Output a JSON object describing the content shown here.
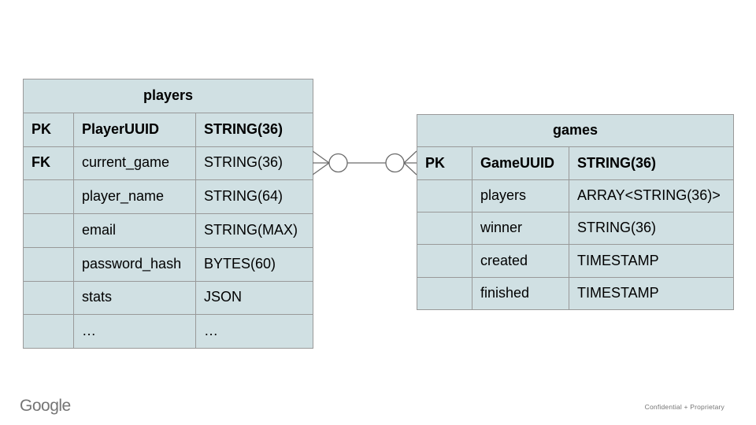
{
  "colors": {
    "cell_fill": "#d0e0e3",
    "border": "#999999",
    "connector": "#6b6b6b",
    "text": "#000000",
    "footer_gray": "#757575"
  },
  "footer": {
    "logo_text": "Google",
    "note": "Confidential + Proprietary"
  },
  "diagram": {
    "type": "entity-relationship",
    "connector": {
      "left_end": "crow-foot-with-circle",
      "right_end": "crow-foot-with-circle",
      "connects": [
        "players",
        "games"
      ]
    }
  },
  "tables": {
    "players": {
      "title": "players",
      "rows": [
        {
          "key": "PK",
          "name": "PlayerUUID",
          "type": "STRING(36)"
        },
        {
          "key": "FK",
          "name": "current_game",
          "type": "STRING(36)"
        },
        {
          "key": "",
          "name": "player_name",
          "type": "STRING(64)"
        },
        {
          "key": "",
          "name": "email",
          "type": "STRING(MAX)"
        },
        {
          "key": "",
          "name": "password_hash",
          "type": "BYTES(60)"
        },
        {
          "key": "",
          "name": "stats",
          "type": "JSON"
        },
        {
          "key": "",
          "name": "…",
          "type": "…"
        }
      ]
    },
    "games": {
      "title": "games",
      "rows": [
        {
          "key": "PK",
          "name": "GameUUID",
          "type": "STRING(36)"
        },
        {
          "key": "",
          "name": "players",
          "type": "ARRAY<STRING(36)>"
        },
        {
          "key": "",
          "name": "winner",
          "type": "STRING(36)"
        },
        {
          "key": "",
          "name": "created",
          "type": "TIMESTAMP"
        },
        {
          "key": "",
          "name": "finished",
          "type": "TIMESTAMP"
        }
      ]
    }
  }
}
